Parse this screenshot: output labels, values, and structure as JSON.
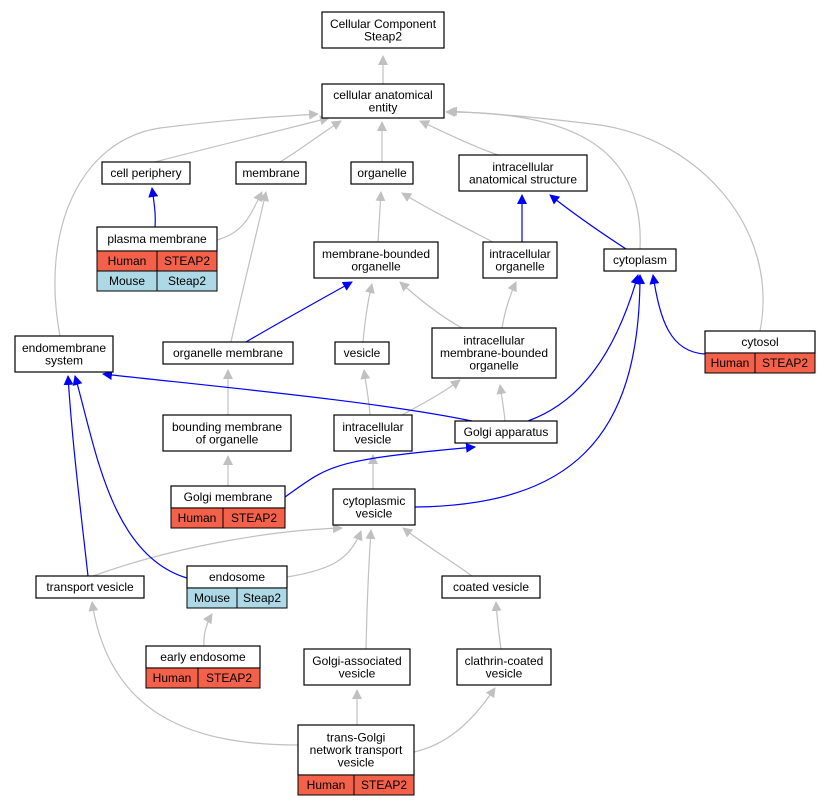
{
  "diagram": {
    "colors": {
      "gray_edge": "#c0c0c0",
      "blue_edge": "#0000ff",
      "human_cell": "#f4614a",
      "mouse_cell": "#add8e6"
    },
    "nodes": {
      "cc_steap2": {
        "lines": [
          "Cellular Component",
          "Steap2"
        ]
      },
      "cae": {
        "lines": [
          "cellular anatomical",
          "entity"
        ]
      },
      "cell_periphery": {
        "lines": [
          "cell periphery"
        ]
      },
      "membrane": {
        "lines": [
          "membrane"
        ]
      },
      "organelle": {
        "lines": [
          "organelle"
        ]
      },
      "intracellular_anat": {
        "lines": [
          "intracellular",
          "anatomical structure"
        ]
      },
      "plasma_membrane": {
        "lines": [
          "plasma membrane"
        ],
        "rows": [
          [
            "Human",
            "STEAP2"
          ],
          [
            "Mouse",
            "Steap2"
          ]
        ]
      },
      "membrane_bounded": {
        "lines": [
          "membrane-bounded",
          "organelle"
        ]
      },
      "intracellular_org": {
        "lines": [
          "intracellular",
          "organelle"
        ]
      },
      "cytoplasm": {
        "lines": [
          "cytoplasm"
        ]
      },
      "endomembrane": {
        "lines": [
          "endomembrane",
          "system"
        ]
      },
      "organelle_membrane": {
        "lines": [
          "organelle membrane"
        ]
      },
      "vesicle": {
        "lines": [
          "vesicle"
        ]
      },
      "intra_mb_org": {
        "lines": [
          "intracellular",
          "membrane-bounded",
          "organelle"
        ]
      },
      "cytosol": {
        "lines": [
          "cytosol"
        ],
        "rows": [
          [
            "Human",
            "STEAP2"
          ]
        ]
      },
      "bounding_membrane": {
        "lines": [
          "bounding membrane",
          "of organelle"
        ]
      },
      "intracellular_vesicle": {
        "lines": [
          "intracellular",
          "vesicle"
        ]
      },
      "golgi_apparatus": {
        "lines": [
          "Golgi apparatus"
        ]
      },
      "golgi_membrane": {
        "lines": [
          "Golgi membrane"
        ],
        "rows": [
          [
            "Human",
            "STEAP2"
          ]
        ]
      },
      "cytoplasmic_vesicle": {
        "lines": [
          "cytoplasmic",
          "vesicle"
        ]
      },
      "transport_vesicle": {
        "lines": [
          "transport vesicle"
        ]
      },
      "endosome": {
        "lines": [
          "endosome"
        ],
        "rows": [
          [
            "Mouse",
            "Steap2"
          ]
        ]
      },
      "coated_vesicle": {
        "lines": [
          "coated vesicle"
        ]
      },
      "early_endosome": {
        "lines": [
          "early endosome"
        ],
        "rows": [
          [
            "Human",
            "STEAP2"
          ]
        ]
      },
      "golgi_assoc_vesicle": {
        "lines": [
          "Golgi-associated",
          "vesicle"
        ]
      },
      "clathrin_vesicle": {
        "lines": [
          "clathrin-coated",
          "vesicle"
        ]
      },
      "tgn_vesicle": {
        "lines": [
          "trans-Golgi",
          "network transport",
          "vesicle"
        ],
        "rows": [
          [
            "Human",
            "STEAP2"
          ]
        ]
      }
    }
  }
}
